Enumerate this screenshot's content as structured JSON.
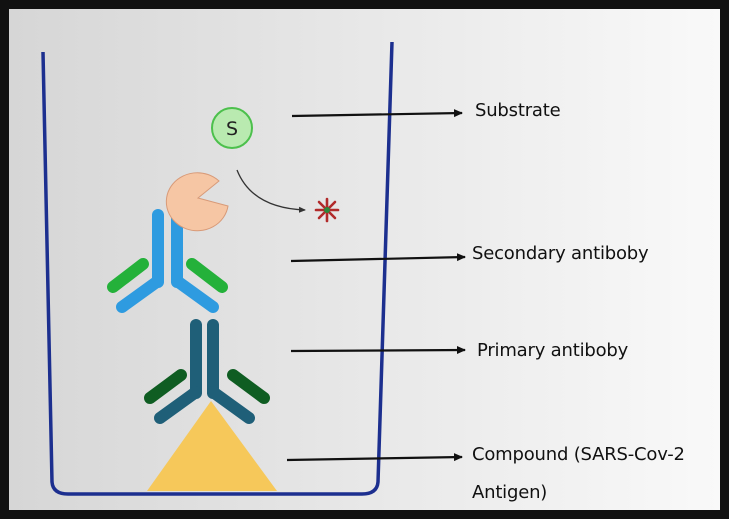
{
  "labels": {
    "substrate": "Substrate",
    "secondary_antibody": "Secondary antiboby",
    "primary_antibody": "Primary antiboby",
    "compound_line1": "Compound (SARS-Cov-2",
    "compound_line2": "Antigen)"
  },
  "substrate_symbol": "S",
  "colors": {
    "well": "#1c2f8f",
    "substrate_fill": "#b9eab0",
    "substrate_stroke": "#4cc04c",
    "enzyme": "#f6c6a4",
    "secondary_heavy": "#2e9be0",
    "secondary_light": "#24b13a",
    "primary_heavy": "#1f5f78",
    "primary_light": "#0f5d22",
    "antigen": "#f6c85a",
    "product_star": "#b12a2a",
    "arrow": "#111111"
  }
}
